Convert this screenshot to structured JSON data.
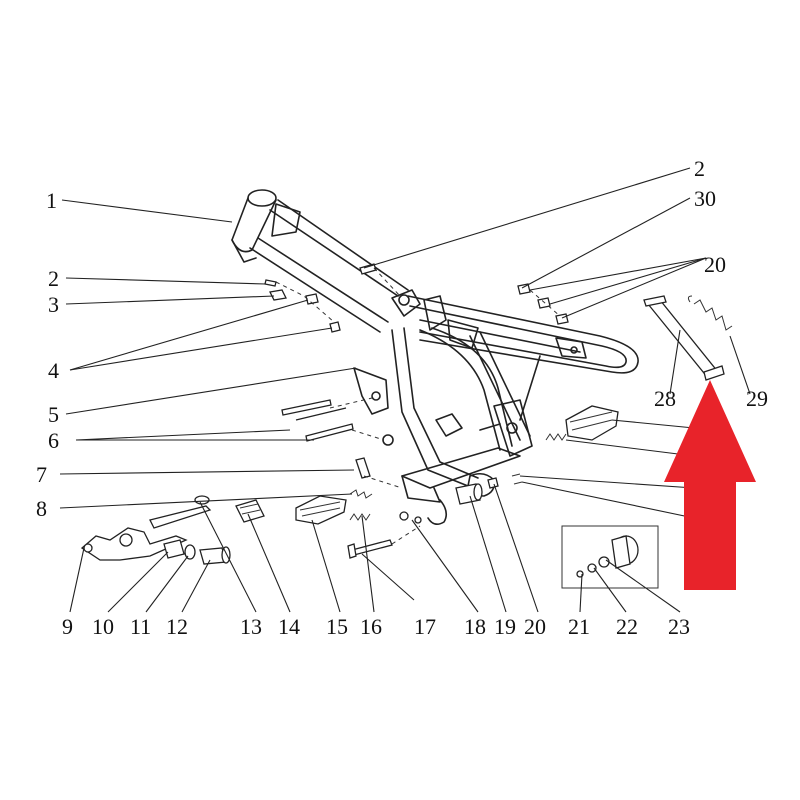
{
  "callouts": [
    {
      "id": "c1",
      "text": "1"
    },
    {
      "id": "c2a",
      "text": "2"
    },
    {
      "id": "c2b",
      "text": "2"
    },
    {
      "id": "c3",
      "text": "3"
    },
    {
      "id": "c4",
      "text": "4"
    },
    {
      "id": "c5",
      "text": "5"
    },
    {
      "id": "c6",
      "text": "6"
    },
    {
      "id": "c7",
      "text": "7"
    },
    {
      "id": "c8",
      "text": "8"
    },
    {
      "id": "c9",
      "text": "9"
    },
    {
      "id": "c10",
      "text": "10"
    },
    {
      "id": "c11",
      "text": "11"
    },
    {
      "id": "c12",
      "text": "12"
    },
    {
      "id": "c13",
      "text": "13"
    },
    {
      "id": "c14",
      "text": "14"
    },
    {
      "id": "c15",
      "text": "15"
    },
    {
      "id": "c16",
      "text": "16"
    },
    {
      "id": "c17",
      "text": "17"
    },
    {
      "id": "c18",
      "text": "18"
    },
    {
      "id": "c19",
      "text": "19"
    },
    {
      "id": "c20a",
      "text": "20"
    },
    {
      "id": "c20b",
      "text": "20"
    },
    {
      "id": "c21",
      "text": "21"
    },
    {
      "id": "c22",
      "text": "22"
    },
    {
      "id": "c23",
      "text": "23"
    },
    {
      "id": "c28",
      "text": "28"
    },
    {
      "id": "c29",
      "text": "29"
    },
    {
      "id": "c30",
      "text": "30"
    }
  ],
  "colors": {
    "arrow": "#e8232a",
    "line": "#222222",
    "background": "#ffffff"
  },
  "icons": {
    "highlight": "red-up-arrow-icon"
  }
}
